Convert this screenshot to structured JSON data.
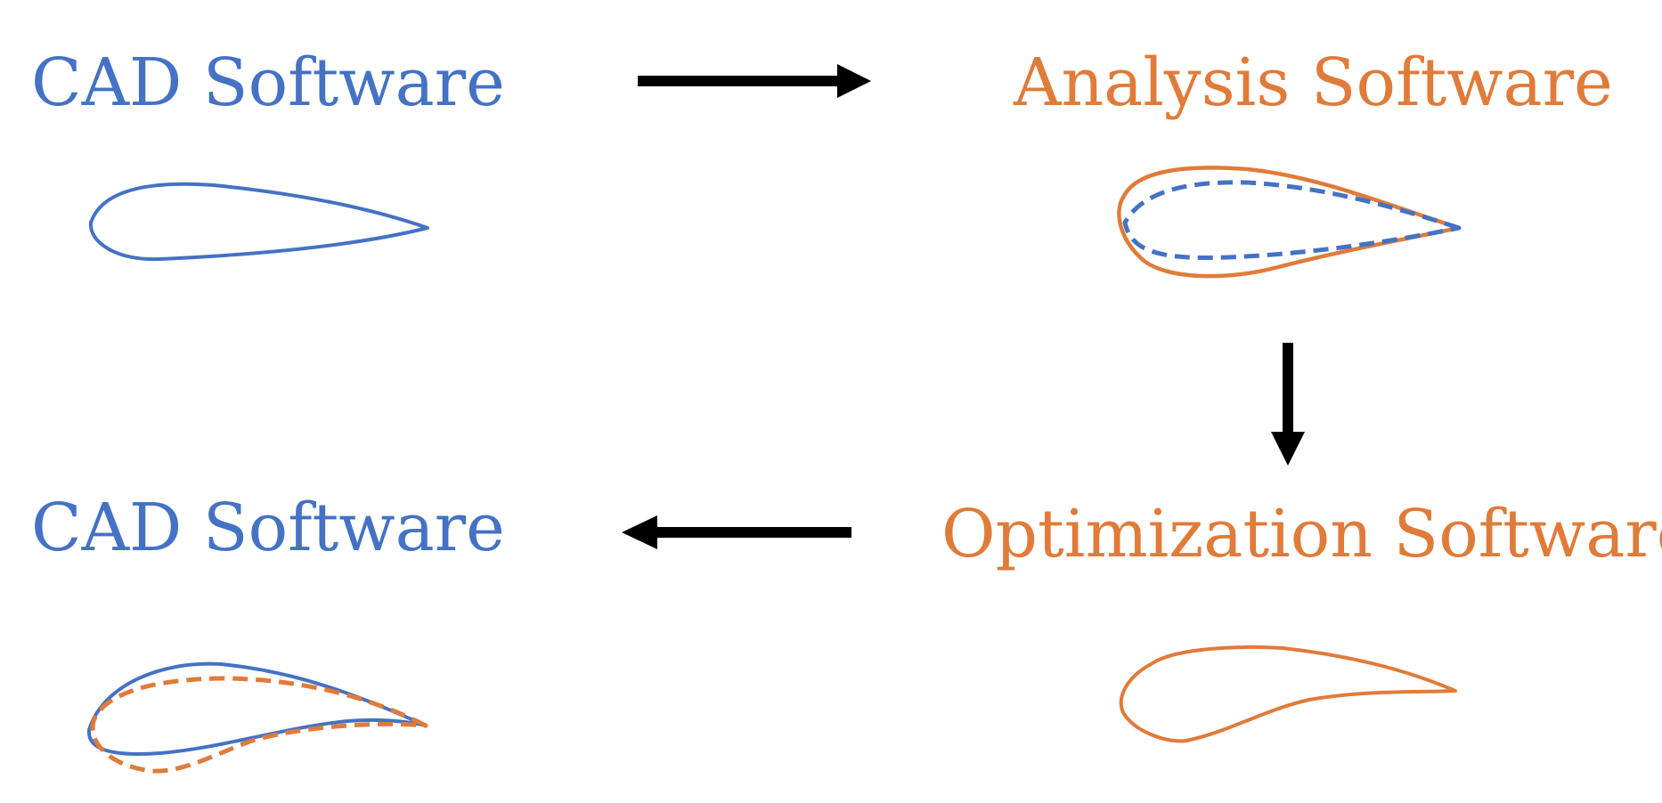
{
  "colors": {
    "cad": "#4472c4",
    "other": "#e07b39",
    "arrow": "#000000",
    "background": "#ffffff"
  },
  "labels": {
    "cad_top": "CAD Software",
    "analysis": "Analysis Software",
    "cad_bottom": "CAD Software",
    "optimization": "Optimization Software"
  }
}
